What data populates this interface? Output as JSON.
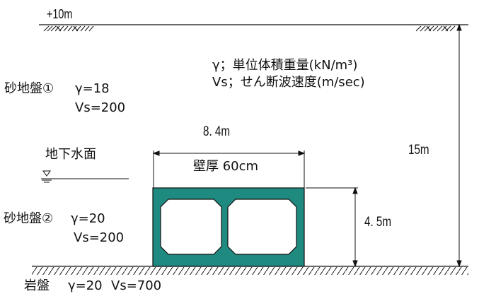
{
  "ground_level_label": "+10m",
  "legend": {
    "gamma_line": "γ；単位体積重量(kN/m³)",
    "vs_line": "Vs；せん断波速度(m/sec)"
  },
  "layers": {
    "sand1": {
      "name": "砂地盤①",
      "gamma": "γ=18",
      "vs": "Vs=200"
    },
    "sand2": {
      "name": "砂地盤②",
      "gamma": "γ=20",
      "vs": "Vs=200"
    },
    "bedrock": {
      "name": "岩盤",
      "gamma": "γ=20",
      "vs": "Vs=700"
    }
  },
  "groundwater_label": "地下水面",
  "dimensions": {
    "width": "8. 4m",
    "wall_thickness": "壁厚 60cm",
    "height": "4. 5m",
    "depth": "15m"
  },
  "colors": {
    "culvert_fill": "#1f8a80",
    "line": "#111111"
  },
  "icons": {
    "water_table": "water-table-symbol-icon",
    "hatch": "ground-hatch-icon"
  }
}
